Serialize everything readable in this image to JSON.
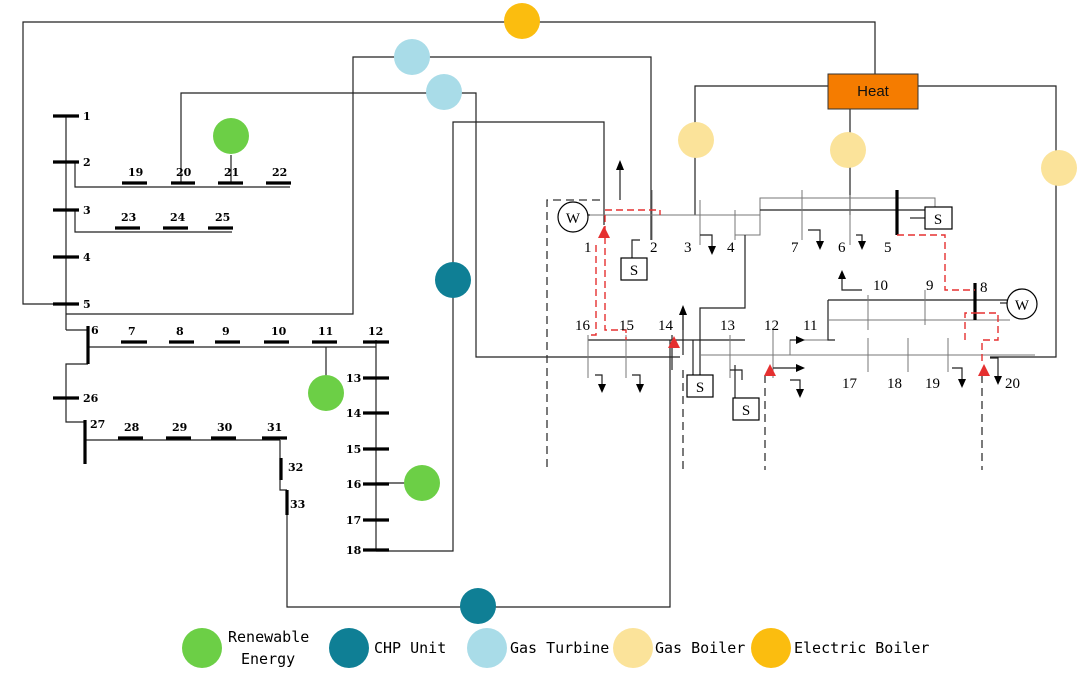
{
  "heat_label": "Heat",
  "colors": {
    "renewable": "#6ccf46",
    "chp": "#0f7f95",
    "gas_turbine": "#a9dce8",
    "gas_boiler": "#fbe39a",
    "electric_boiler": "#fbbd0f",
    "heat_box": "#f57c00",
    "flow_arrow": "#e53030"
  },
  "power_buses": [
    "1",
    "2",
    "3",
    "4",
    "5",
    "6",
    "7",
    "8",
    "9",
    "10",
    "11",
    "12",
    "13",
    "14",
    "15",
    "16",
    "17",
    "18",
    "19",
    "20",
    "21",
    "22",
    "23",
    "24",
    "25",
    "26",
    "27",
    "28",
    "29",
    "30",
    "31",
    "32",
    "33"
  ],
  "heat_nodes": [
    "1",
    "2",
    "3",
    "4",
    "5",
    "6",
    "7",
    "8",
    "9",
    "10",
    "11",
    "12",
    "13",
    "14",
    "15",
    "16",
    "17",
    "18",
    "19",
    "20"
  ],
  "heat_source_symbols": {
    "storage": "S",
    "wind": "W"
  },
  "legend": [
    {
      "label_line1": "Renewable",
      "label_line2": "Energy",
      "color": "#6ccf46"
    },
    {
      "label_line1": "CHP Unit",
      "label_line2": "",
      "color": "#0f7f95"
    },
    {
      "label_line1": "Gas Turbine",
      "label_line2": "",
      "color": "#a9dce8"
    },
    {
      "label_line1": "Gas Boiler",
      "label_line2": "",
      "color": "#fbe39a"
    },
    {
      "label_line1": "Electric Boiler",
      "label_line2": "",
      "color": "#fbbd0f"
    }
  ]
}
